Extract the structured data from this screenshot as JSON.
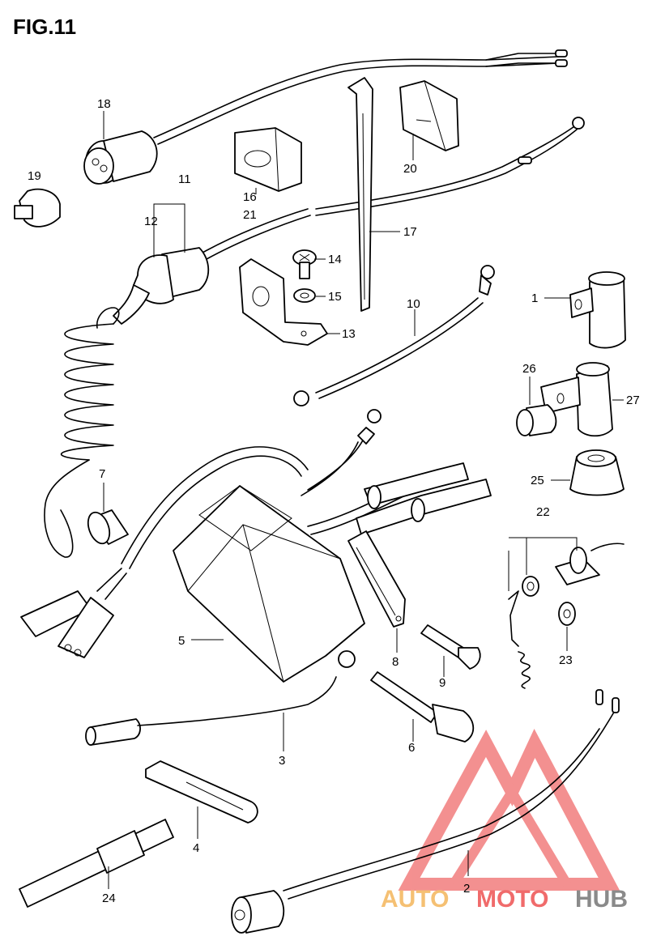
{
  "title": "FIG.11",
  "labels": {
    "p1": "1",
    "p2": "2",
    "p3": "3",
    "p4": "4",
    "p5": "5",
    "p6": "6",
    "p7": "7",
    "p8": "8",
    "p9": "9",
    "p10": "10",
    "p11": "11",
    "p12": "12",
    "p13": "13",
    "p14": "14",
    "p15": "15",
    "p16": "16",
    "p17": "17",
    "p18": "18",
    "p19": "19",
    "p20": "20",
    "p21": "21",
    "p22": "22",
    "p23": "23",
    "p24": "24",
    "p25": "25",
    "p26": "26",
    "p27": "27"
  },
  "watermark": {
    "auto": "AUTO",
    "moto": "MOTO",
    "hub": "HUB",
    "colors": {
      "auto": "#f5c073",
      "moto": "#f06b6b",
      "hub": "#8a8a8a"
    }
  }
}
